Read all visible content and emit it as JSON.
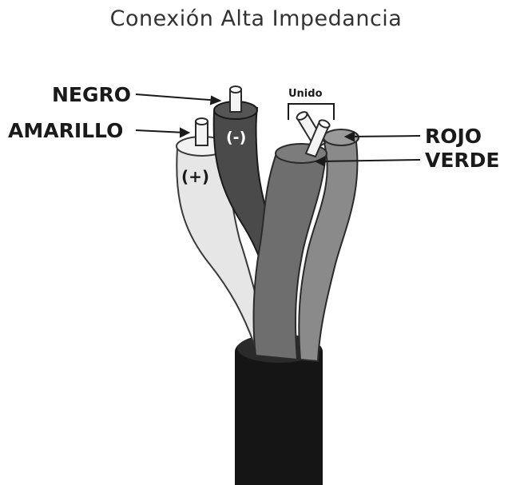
{
  "title": "Conexión Alta Impedancia",
  "labels": {
    "black_wire": "NEGRO",
    "yellow_wire": "AMARILLO",
    "red_wire": "ROJO",
    "green_wire": "VERDE",
    "joined": "Unido"
  },
  "polarity": {
    "negative": "(-)",
    "positive": "(+)"
  },
  "colors": {
    "outer_jacket": "#151515",
    "black_wire": "#4a4a4a",
    "yellow_wire": "#e6e6e6",
    "red_wire": "#8a8a8a",
    "green_wire": "#6e6e6e",
    "conductor": "#f4f4f4"
  }
}
